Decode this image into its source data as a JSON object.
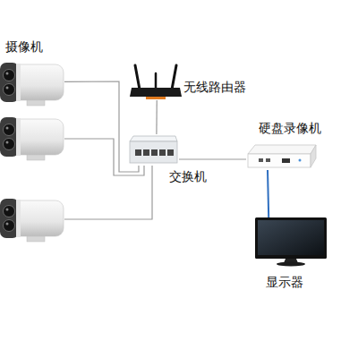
{
  "diagram": {
    "nodes": [
      {
        "text": [
          "摄像机"
        ]
      },
      {
        "text": [
          "无线路由器"
        ]
      },
      {
        "text": [
          "交换机"
        ]
      },
      {
        "text": [
          "硬盘录像机"
        ]
      },
      {
        "text": [
          "显示器"
        ]
      }
    ],
    "edges": [
      {
        "from": 0,
        "to": 2,
        "arrow": "none"
      },
      {
        "from": 1,
        "to": 2,
        "arrow": "none"
      },
      {
        "from": 2,
        "to": 3,
        "arrow": "none"
      },
      {
        "from": 3,
        "to": 4,
        "arrow": "none"
      }
    ]
  }
}
